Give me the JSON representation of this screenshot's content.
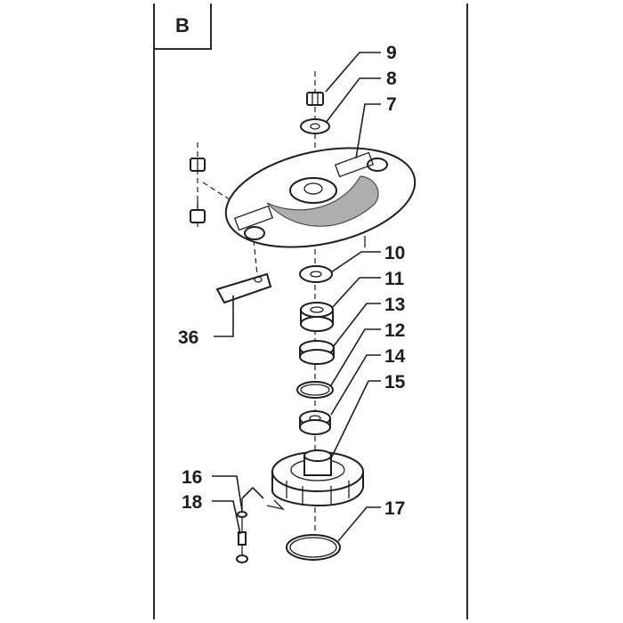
{
  "section_label": "B",
  "part_labels": {
    "p9": "9",
    "p8": "8",
    "p7": "7",
    "p10": "10",
    "p11": "11",
    "p13": "13",
    "p12": "12",
    "p14": "14",
    "p15": "15",
    "p36": "36",
    "p16": "16",
    "p18": "18",
    "p17": "17"
  }
}
